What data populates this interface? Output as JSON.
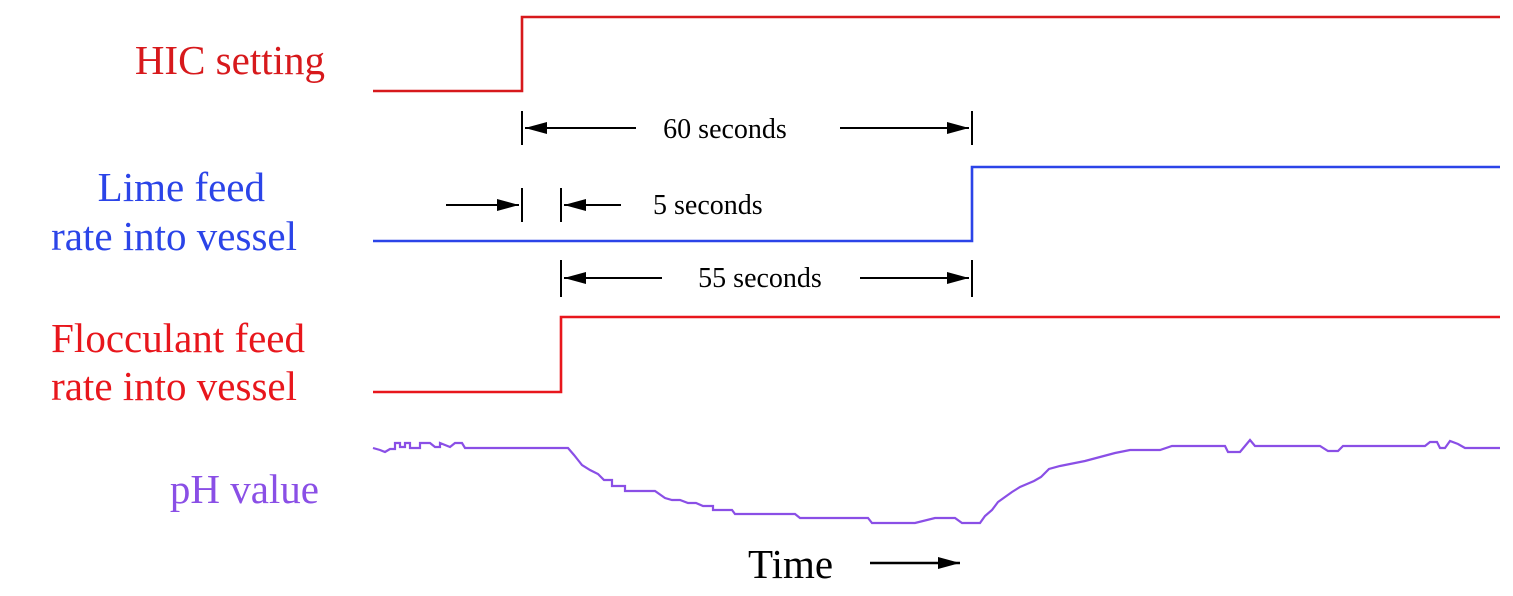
{
  "colors": {
    "hic": "#d7191c",
    "lime": "#2b44e8",
    "flocculant": "#e8161c",
    "ph": "#8a4fe6",
    "annotation": "#000000"
  },
  "signals": {
    "hic": {
      "label": "HIC setting"
    },
    "lime": {
      "label_line1": "Lime feed",
      "label_line2": "rate into vessel"
    },
    "flocculant": {
      "label_line1": "Flocculant feed",
      "label_line2": "rate into vessel"
    },
    "ph": {
      "label": "pH value"
    }
  },
  "dimensions": {
    "total": "60 seconds",
    "delay": "5 seconds",
    "remaining": "55 seconds"
  },
  "time_axis": {
    "label": "Time"
  }
}
